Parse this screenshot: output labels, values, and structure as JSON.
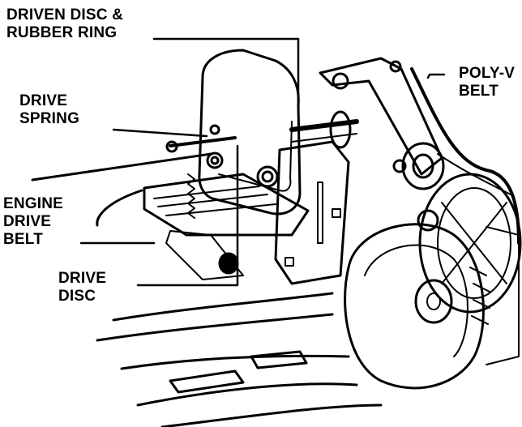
{
  "labels": {
    "driven_disc": [
      "DRIVEN DISC &",
      "RUBBER RING"
    ],
    "poly_v": [
      "POLY-V",
      "BELT"
    ],
    "drive_spring": [
      "DRIVE",
      "SPRING"
    ],
    "engine_drive_belt": [
      "ENGINE",
      "DRIVE",
      "BELT"
    ],
    "drive_disc": [
      "DRIVE",
      "DISC"
    ]
  }
}
